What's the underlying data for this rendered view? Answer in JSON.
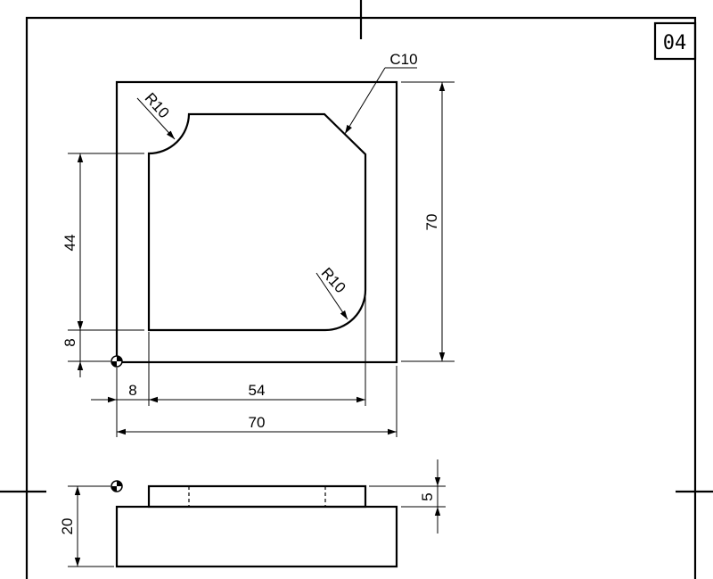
{
  "sheet": {
    "number": "04"
  },
  "top_view": {
    "callouts": {
      "chamfer": "C10",
      "radius_top_left": "R10",
      "radius_bottom_right": "R10"
    },
    "dimensions": {
      "pocket_height": "44",
      "bottom_offset": "8",
      "overall_height": "70",
      "left_offset": "8",
      "pocket_width": "54",
      "overall_width": "70"
    }
  },
  "side_view": {
    "dimensions": {
      "total_height": "20",
      "boss_height": "5"
    }
  }
}
